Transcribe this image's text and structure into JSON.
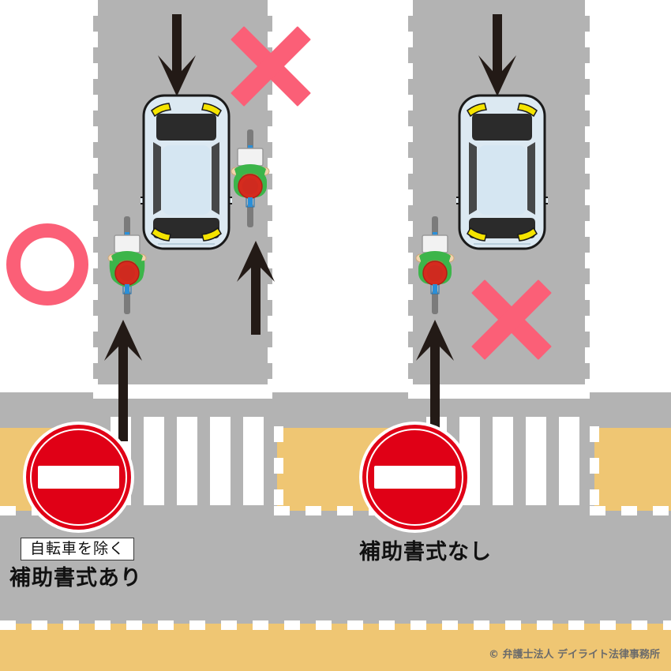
{
  "diagram": {
    "title_left": "補助書式あり",
    "title_right": "補助書式なし",
    "supplementary_plate_text": "自転車を除く",
    "credit": "© 弁護士法人 デイライト法律事務所",
    "colors": {
      "road": "#b3b3b3",
      "sidewalk": "#efc673",
      "background": "#ffffff",
      "mark_pink": "#fb5f77",
      "sign_red": "#e00016",
      "arrow_dark": "#231a16",
      "car_body": "#dce9f2",
      "car_glass": "#2b2b2b",
      "car_light": "#f5e400",
      "cyclist_jacket": "#3cb54a",
      "cyclist_helmet": "#d52b1e",
      "bike_frame": "#2a8fd8"
    },
    "marks": [
      {
        "name": "o-mark",
        "symbol": "○",
        "meaning": "allowed",
        "side": "left"
      },
      {
        "name": "x-mark-left",
        "symbol": "×",
        "meaning": "not-allowed",
        "side": "left"
      },
      {
        "name": "x-mark-right",
        "symbol": "×",
        "meaning": "not-allowed",
        "side": "right"
      }
    ],
    "scenes": [
      {
        "id": "left",
        "label": "補助書式あり",
        "plate": "自転車を除く",
        "sign": "no-entry",
        "vehicles": [
          "car-oncoming",
          "cyclist-left-lane",
          "cyclist-right-lane"
        ],
        "arrows": [
          "down",
          "up-left",
          "up-right"
        ]
      },
      {
        "id": "right",
        "label": "補助書式なし",
        "plate": null,
        "sign": "no-entry",
        "vehicles": [
          "car-oncoming",
          "cyclist-left-lane"
        ],
        "arrows": [
          "down",
          "up-left"
        ]
      }
    ]
  }
}
